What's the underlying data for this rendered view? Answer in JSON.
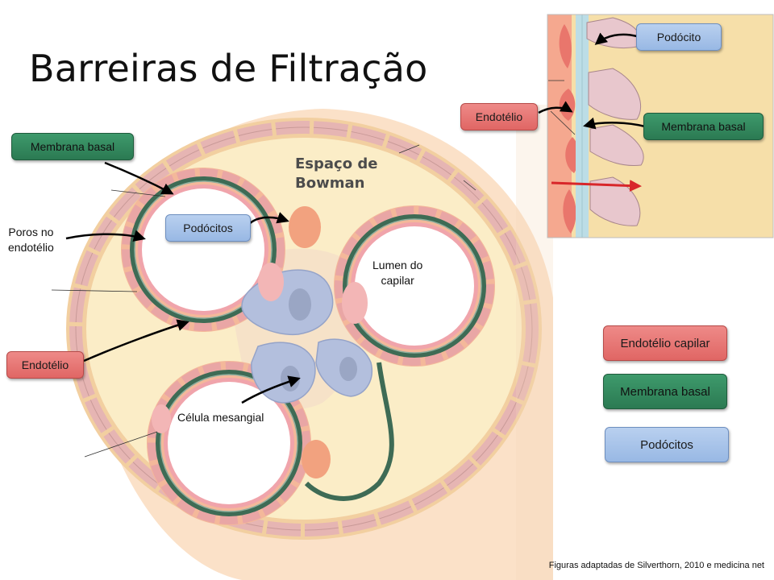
{
  "title": "Barreiras de Filtração",
  "main_diagram": {
    "space_label": "Espaço de\nBowman",
    "lumen_label": "Lumen do\ncapilar",
    "mesangial_label": "Célula mesangial",
    "pores_label": "Poros no\nendotélio"
  },
  "labels": {
    "membrana_basal": "Membrana basal",
    "podocitos": "Podócitos",
    "endotelio": "Endotélio"
  },
  "inset": {
    "podocito": "Podócito",
    "endotelio": "Endotélio",
    "membrana_basal": "Membrana basal"
  },
  "legend": {
    "items": [
      "Endotélio capilar",
      "Membrana basal",
      "Podócitos"
    ],
    "colors": [
      "#e8726f",
      "#2f8a5c",
      "#a8c4ea"
    ]
  },
  "credit": "Figuras adaptadas de Silverthorn, 2010 e medicina net"
}
